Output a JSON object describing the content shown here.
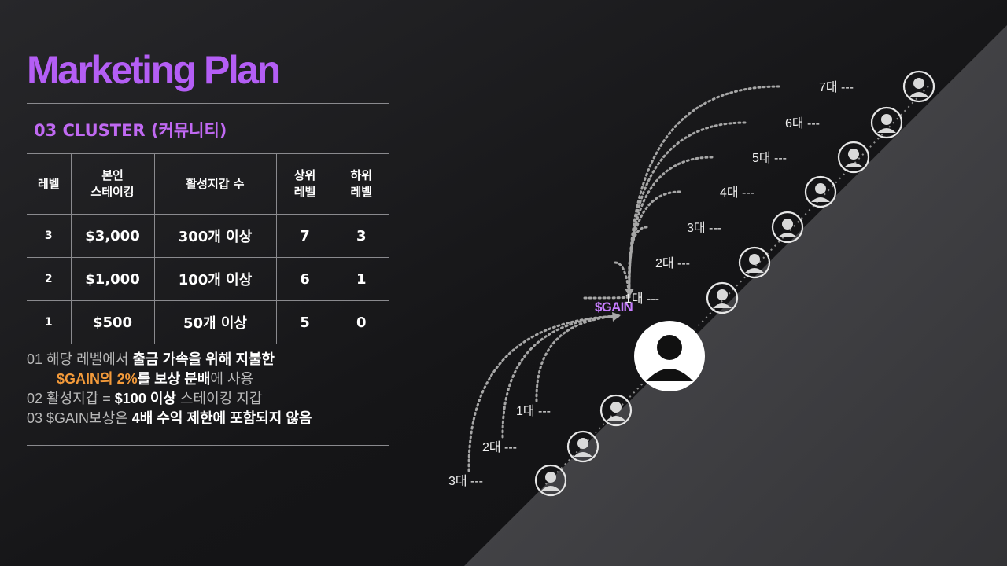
{
  "title": "Marketing Plan",
  "subtitle": "03 CLUSTER (커뮤니티)",
  "table": {
    "headers": [
      [
        "레벨"
      ],
      [
        "본인",
        "스테이킹"
      ],
      [
        "활성지갑 수"
      ],
      [
        "상위",
        "레벨"
      ],
      [
        "하위",
        "레벨"
      ]
    ],
    "rows": [
      [
        "3",
        "$3,000",
        "300개 이상",
        "7",
        "3"
      ],
      [
        "2",
        "$1,000",
        "100개 이상",
        "6",
        "1"
      ],
      [
        "1",
        "$500",
        "50개 이상",
        "5",
        "0"
      ]
    ]
  },
  "notes": [
    [
      {
        "t": "01 해당 레벨에서 ",
        "s": "dim"
      },
      {
        "t": "출금 가속을 위해 지불한",
        "s": "hl"
      }
    ],
    [
      {
        "t": "",
        "s": "indent"
      },
      {
        "t": "$GAIN의 2%",
        "s": "accent"
      },
      {
        "t": "를 보상 분배",
        "s": "hl"
      },
      {
        "t": "에 사용",
        "s": "dim"
      }
    ],
    [
      {
        "t": "02 활성지갑 = ",
        "s": "dim"
      },
      {
        "t": "$100 이상",
        "s": "hl"
      },
      {
        "t": " 스테이킹 지갑",
        "s": "dim"
      }
    ],
    [
      {
        "t": "03 $GAIN보상은 ",
        "s": "dim"
      },
      {
        "t": "4배 수익 제한에 포함되지 않음",
        "s": "hl"
      }
    ]
  ],
  "diagram": {
    "center_label": "$GAIN",
    "upper_gens": [
      "1대 ---",
      "2대 ---",
      "3대 ---",
      "4대 ---",
      "5대 ---",
      "6대 ---",
      "7대 ---"
    ],
    "lower_gens": [
      "1대 ---",
      "2대 ---",
      "3대 ---"
    ],
    "icons": {
      "node": "user-avatar-icon",
      "center": "user-avatar-icon"
    },
    "colors": {
      "accent_purple": "#b45ef5",
      "gain_label": "#c77dff",
      "highlight_orange": "#f39a3a",
      "dotted_line": "#a7a7a7"
    }
  }
}
